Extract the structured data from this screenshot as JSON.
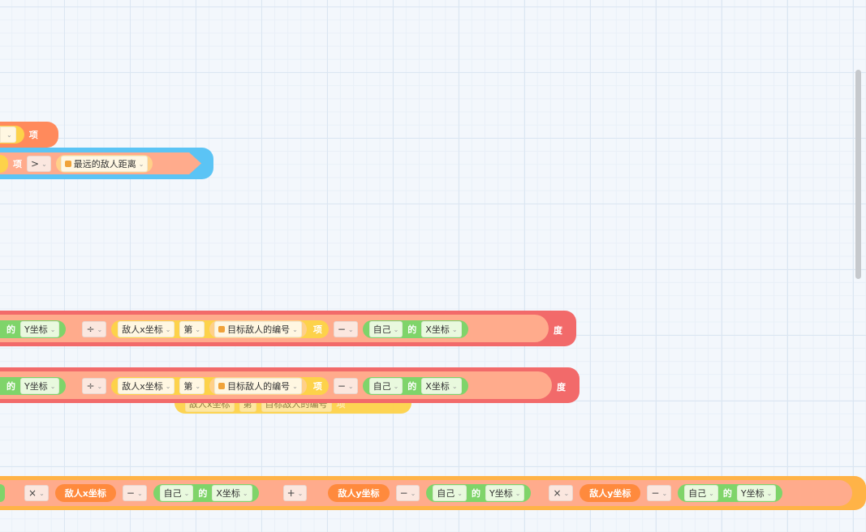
{
  "ops": {
    "compare": ">",
    "divide": "÷",
    "minus": "−",
    "times": "×",
    "plus": "+"
  },
  "words": {
    "item": "项",
    "of": "的",
    "nth": "第",
    "degree": "度"
  },
  "vars": {
    "farthest_dist": "最远的敌人距离",
    "target_index": "目标敌人的编号",
    "enemy_x": "敌人x坐标",
    "enemy_y": "敌人y坐标",
    "self": "自己",
    "x_coord": "X坐标",
    "y_coord": "Y坐标"
  },
  "colors": {
    "red_block": "#f26a6a",
    "blue_block": "#5bc4f5",
    "orange_block": "#ffb347",
    "salmon": "#ffab8c",
    "yellow": "#fdd24a",
    "green": "#7fd46a"
  }
}
